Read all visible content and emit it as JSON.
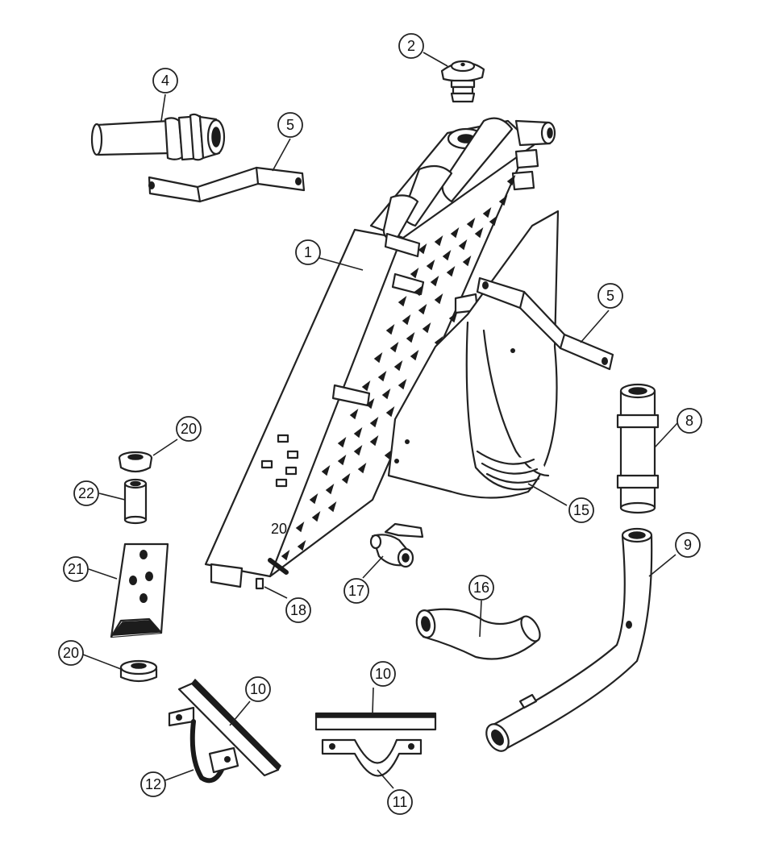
{
  "callouts": [
    {
      "id": "c1",
      "label": "1"
    },
    {
      "id": "c2",
      "label": "2"
    },
    {
      "id": "c4",
      "label": "4"
    },
    {
      "id": "c5a",
      "label": "5"
    },
    {
      "id": "c5b",
      "label": "5"
    },
    {
      "id": "c8",
      "label": "8"
    },
    {
      "id": "c9",
      "label": "9"
    },
    {
      "id": "c10a",
      "label": "10"
    },
    {
      "id": "c10b",
      "label": "10"
    },
    {
      "id": "c11",
      "label": "11"
    },
    {
      "id": "c12",
      "label": "12"
    },
    {
      "id": "c15",
      "label": "15"
    },
    {
      "id": "c16",
      "label": "16"
    },
    {
      "id": "c17",
      "label": "17"
    },
    {
      "id": "c18",
      "label": "18"
    },
    {
      "id": "c20a",
      "label": "20"
    },
    {
      "id": "c20b",
      "label": "20"
    },
    {
      "id": "c21",
      "label": "21"
    },
    {
      "id": "c22",
      "label": "22"
    }
  ],
  "inline_label_20": "20"
}
